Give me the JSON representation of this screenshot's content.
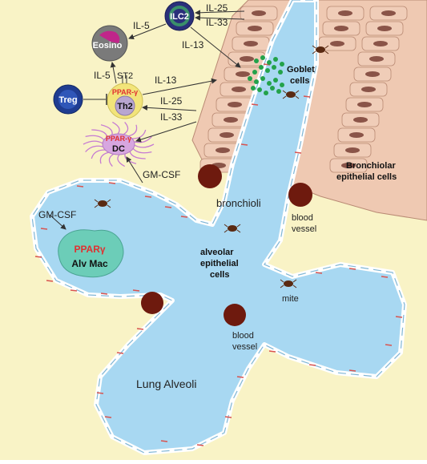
{
  "cells": {
    "ilc2": "ILC2",
    "eosino": "Eosino",
    "treg": "Treg",
    "th2": "Th2",
    "th2_ppar": "PPAR-γ",
    "dc": "DC",
    "dc_ppar": "PPAR-γ",
    "alv_mac": "Alv Mac",
    "alv_ppar": "PPARγ"
  },
  "signals": {
    "il25_top": "IL-25",
    "il33_top": "IL-33",
    "il5_top": "IL-5",
    "il13_top": "IL-13",
    "il5_th2": "IL-5",
    "st2": "ST2",
    "il13_th2": "IL-13",
    "il25_mid": "IL-25",
    "il33_mid": "IL-33",
    "gmcsf_dc": "GM-CSF",
    "gmcsf_mac": "GM-CSF"
  },
  "labels": {
    "goblet": [
      "Goblet",
      "cells"
    ],
    "bronchiolar": [
      "Bronchiolar",
      "epithelial cells"
    ],
    "bronchioli": "bronchioli",
    "blood_vessel_1": [
      "blood",
      "vessel"
    ],
    "alveolar_epithelial": [
      "alveolar",
      "epithelial",
      "cells"
    ],
    "mite": "mite",
    "blood_vessel_2": [
      "blood",
      "vessel"
    ],
    "lung_alveoli": "Lung Alveoli"
  },
  "colors": {
    "background": "#f9f3c6",
    "lumen": "#a8d8f2",
    "epithelium": "#efc9b2",
    "nucleus": "#8a5448",
    "goblet_granules": "#23a24a",
    "ilc2": "#2a2f7a",
    "treg": "#1f3c91",
    "eosino": "#777777",
    "th2": "#f2e47a",
    "dc": "#d7a6e0",
    "alv_mac": "#6ccdb8",
    "blood": "#6e1a0e",
    "red_text": "#e03030"
  }
}
